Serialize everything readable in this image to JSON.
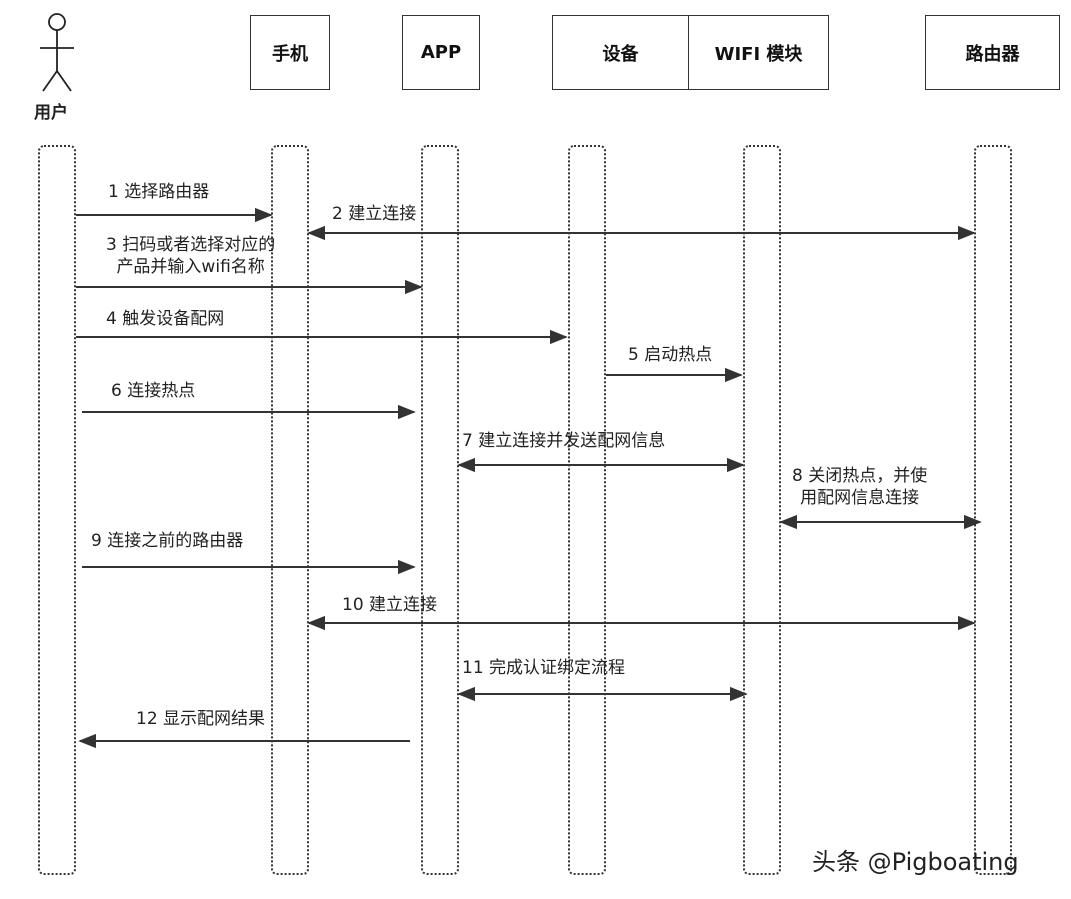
{
  "participants": {
    "user": "用户",
    "phone": "手机",
    "app": "APP",
    "device": "设备",
    "wifi": "WIFI 模块",
    "router": "路由器"
  },
  "messages": [
    {
      "label": "1 选择路由器",
      "from": "user",
      "to": "phone"
    },
    {
      "label": "2 建立连接",
      "from": "phone",
      "to": "router",
      "bidirectional": true
    },
    {
      "label": "3 扫码或者选择对应的\n产品并输入wifi名称",
      "from": "user",
      "to": "app"
    },
    {
      "label": "4 触发设备配网",
      "from": "user",
      "to": "device"
    },
    {
      "label": "5 启动热点",
      "from": "device",
      "to": "wifi"
    },
    {
      "label": "6 连接热点",
      "from": "user",
      "to": "app"
    },
    {
      "label": "7 建立连接并发送配网信息",
      "from": "app",
      "to": "wifi",
      "bidirectional": true
    },
    {
      "label": "8 关闭热点，并使\n用配网信息连接",
      "from": "wifi",
      "to": "router",
      "bidirectional": true
    },
    {
      "label": "9 连接之前的路由器",
      "from": "user",
      "to": "app"
    },
    {
      "label": "10 建立连接",
      "from": "phone",
      "to": "router",
      "bidirectional": true
    },
    {
      "label": "11 完成认证绑定流程",
      "from": "app",
      "to": "wifi",
      "bidirectional": true
    },
    {
      "label": "12 显示配网结果",
      "from": "app",
      "to": "user"
    }
  ],
  "watermark": "头条 @Pigboating"
}
